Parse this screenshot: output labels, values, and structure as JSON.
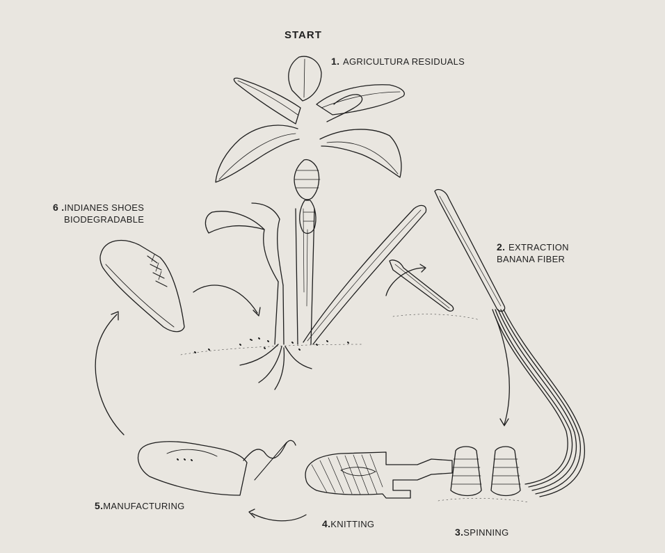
{
  "diagram": {
    "start": "START",
    "steps": [
      {
        "num": "1.",
        "text": "AGRICULTURA RESIDUALS"
      },
      {
        "num": "2.",
        "text": "EXTRACTION",
        "text2": "BANANA FIBER"
      },
      {
        "num": "3.",
        "text": "SPINNING"
      },
      {
        "num": "4.",
        "text": "KNITTING"
      },
      {
        "num": "5.",
        "text": "MANUFACTURING"
      },
      {
        "num": "6 .",
        "text": "INDIANES SHOES",
        "text2": "BIODEGRADABLE"
      }
    ]
  },
  "colors": {
    "background": "#e9e6e0",
    "ink": "#1d1d1d"
  },
  "icons": [
    "banana-plant-icon",
    "banana-stem-icon",
    "fiber-strands-icon",
    "yarn-spools-icon",
    "knitted-upper-icon",
    "shoe-sewing-icon",
    "finished-shoe-icon",
    "cycle-arrow-icon"
  ]
}
